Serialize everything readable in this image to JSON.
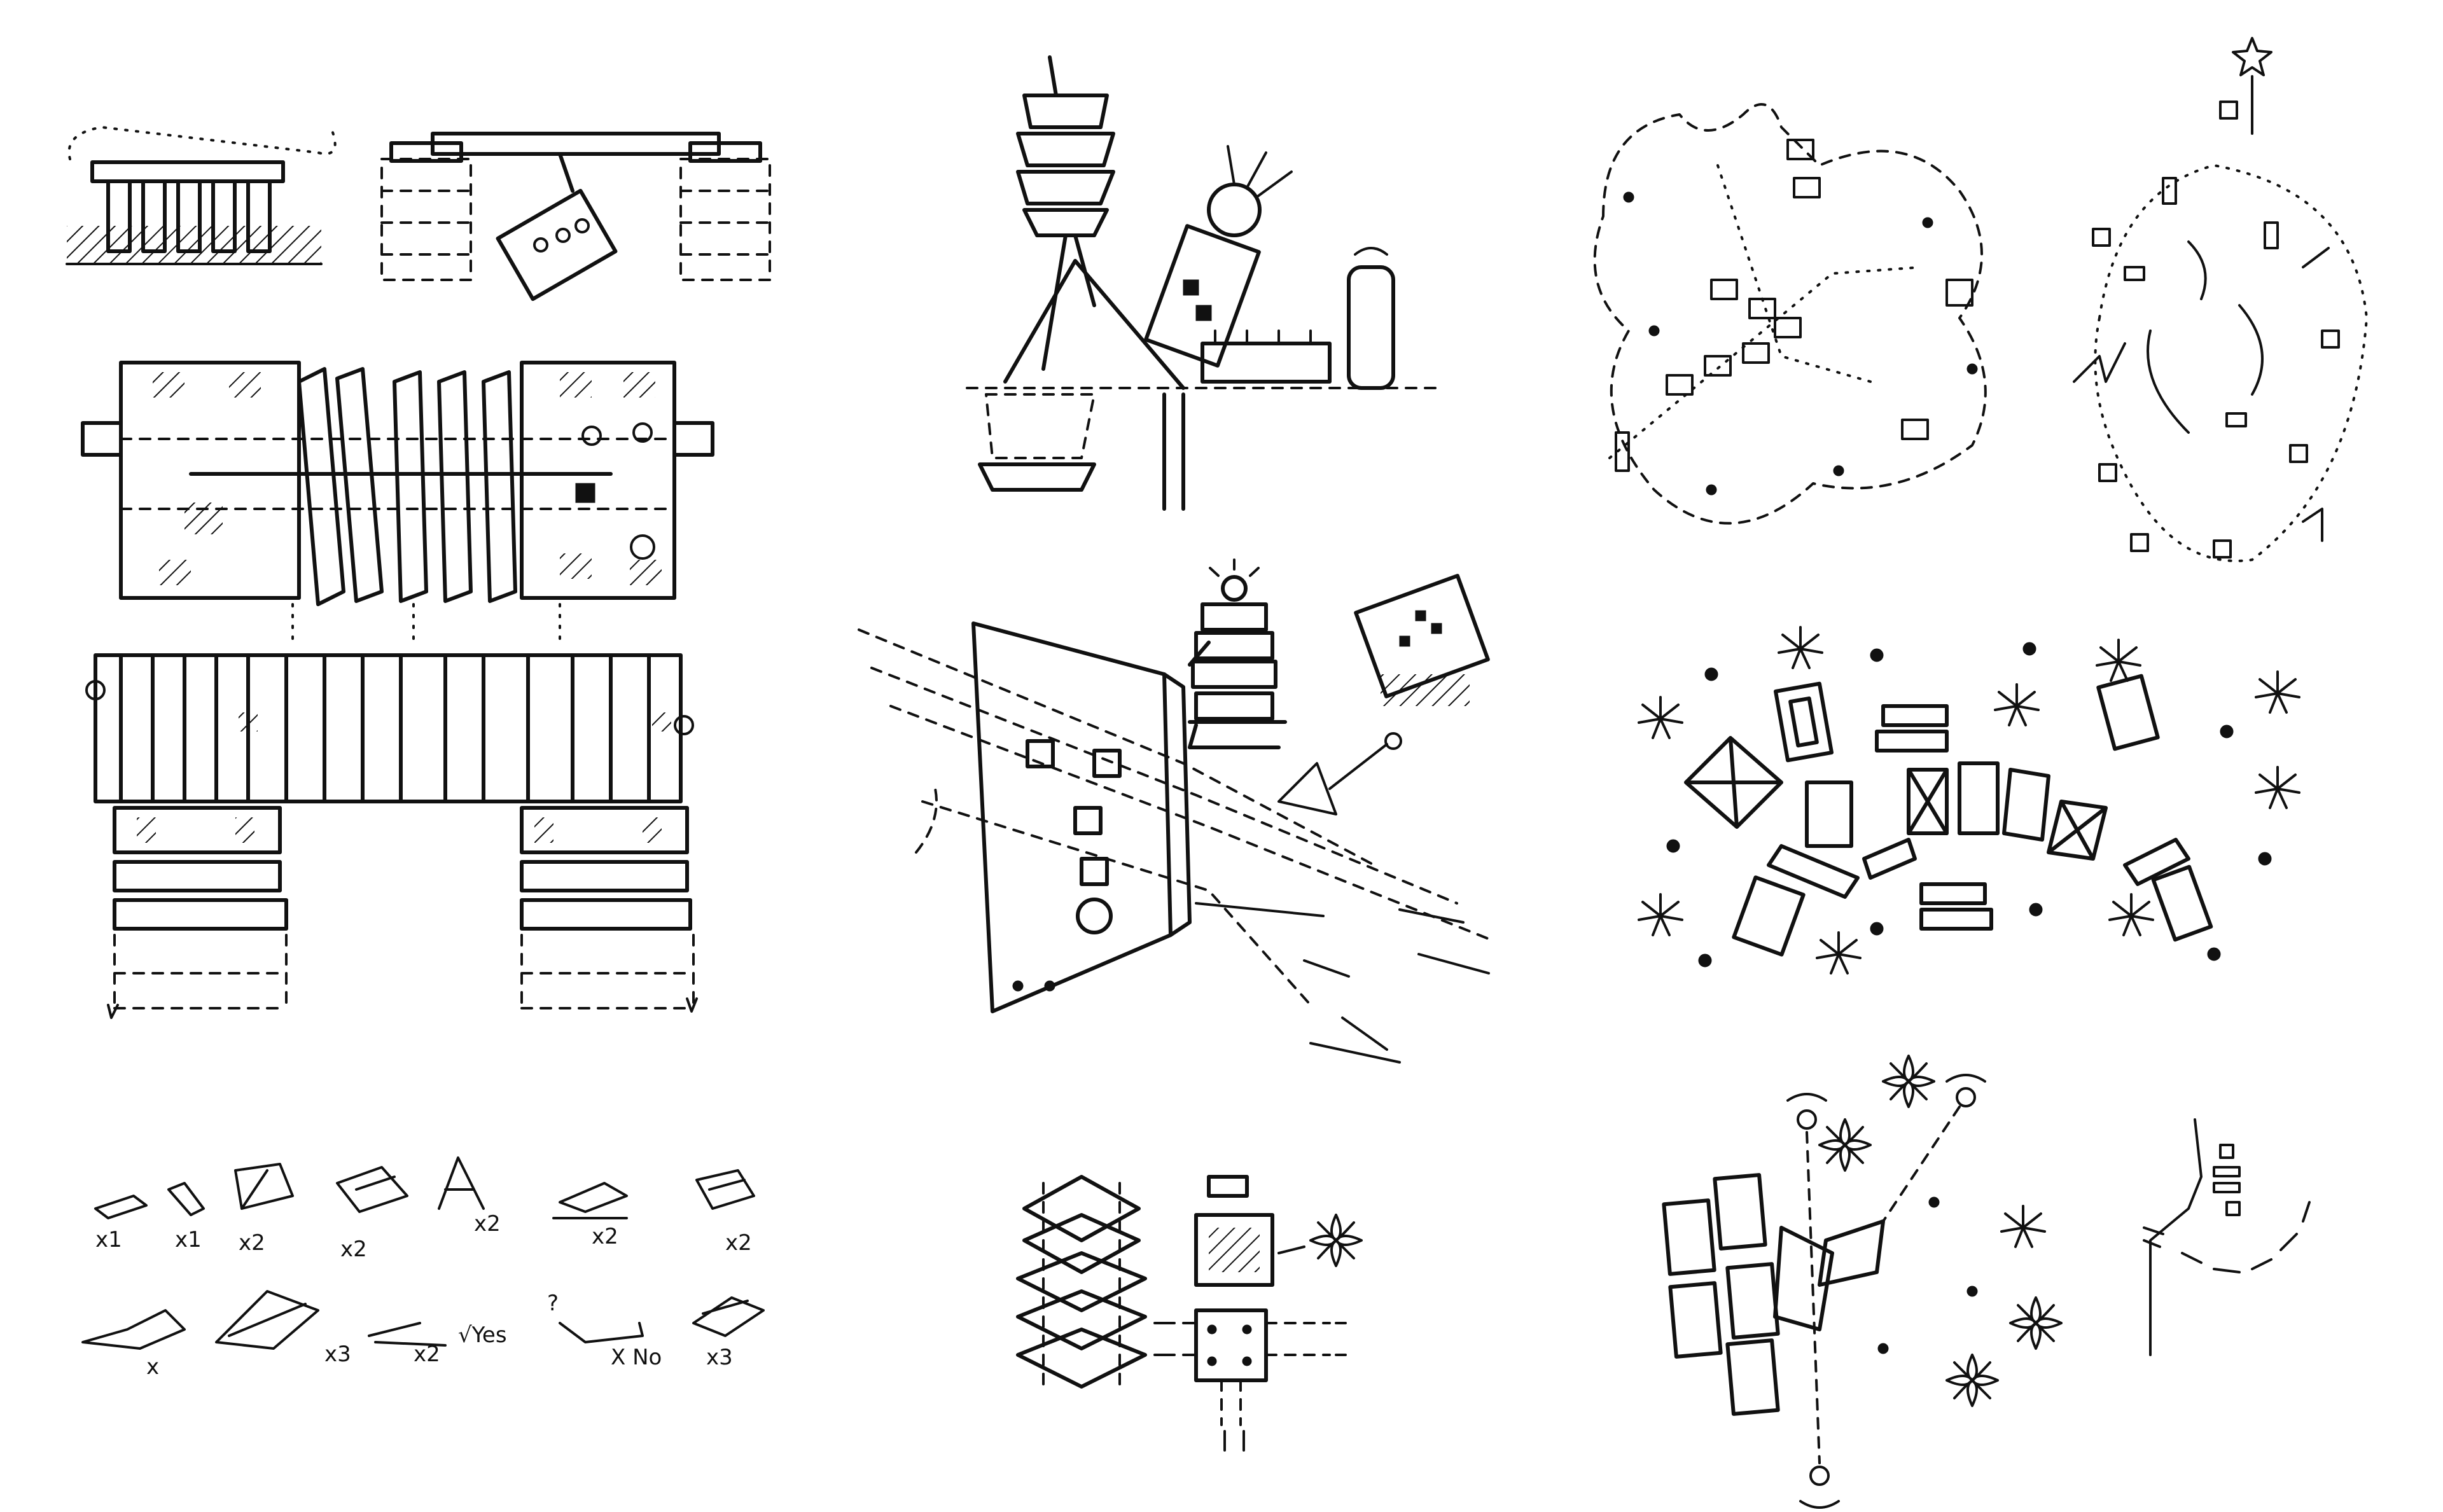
{
  "ink_color": "#111111",
  "paper_color": "#ffffff",
  "annotations": {
    "a1": "x1",
    "a2": "x1",
    "a3": "x2",
    "a4": "x2",
    "a5": "x2",
    "a6": "x2",
    "a7": "x2",
    "a8": "x",
    "a9": "x3",
    "a10": "x2",
    "yes": "√Yes",
    "question": "?",
    "no": "X No",
    "a11": "x3"
  }
}
